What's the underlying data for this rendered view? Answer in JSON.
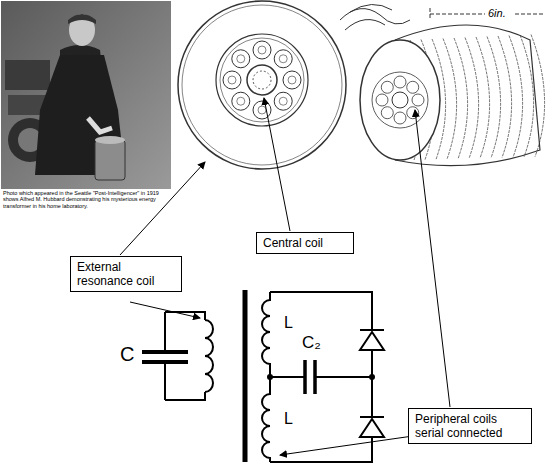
{
  "diagram": {
    "nodes": [
      {
        "text": [
          "External resonance coil"
        ]
      },
      {
        "text": [
          "Central coil"
        ]
      },
      {
        "text": [
          "Peripheral coils serial connected"
        ]
      }
    ],
    "labels": [
      "Photo which appeared in the Seattle \"Post-Intelligencer\" in 1919 shows Alfred M. Hubbard demonstrating his mysterious energy transformer in his home laboratory.",
      "6in.",
      "C",
      "L",
      "C₂",
      "L"
    ]
  }
}
